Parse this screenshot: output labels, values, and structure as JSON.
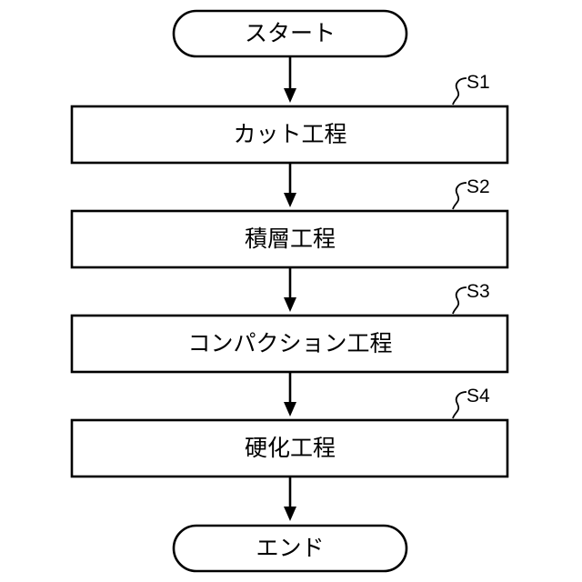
{
  "diagram": {
    "terminals": {
      "start": "スタート",
      "end": "エンド"
    },
    "steps": [
      {
        "label": "S1",
        "text": "カット工程"
      },
      {
        "label": "S2",
        "text": "積層工程"
      },
      {
        "label": "S3",
        "text": "コンパクション工程"
      },
      {
        "label": "S4",
        "text": "硬化工程"
      }
    ]
  }
}
